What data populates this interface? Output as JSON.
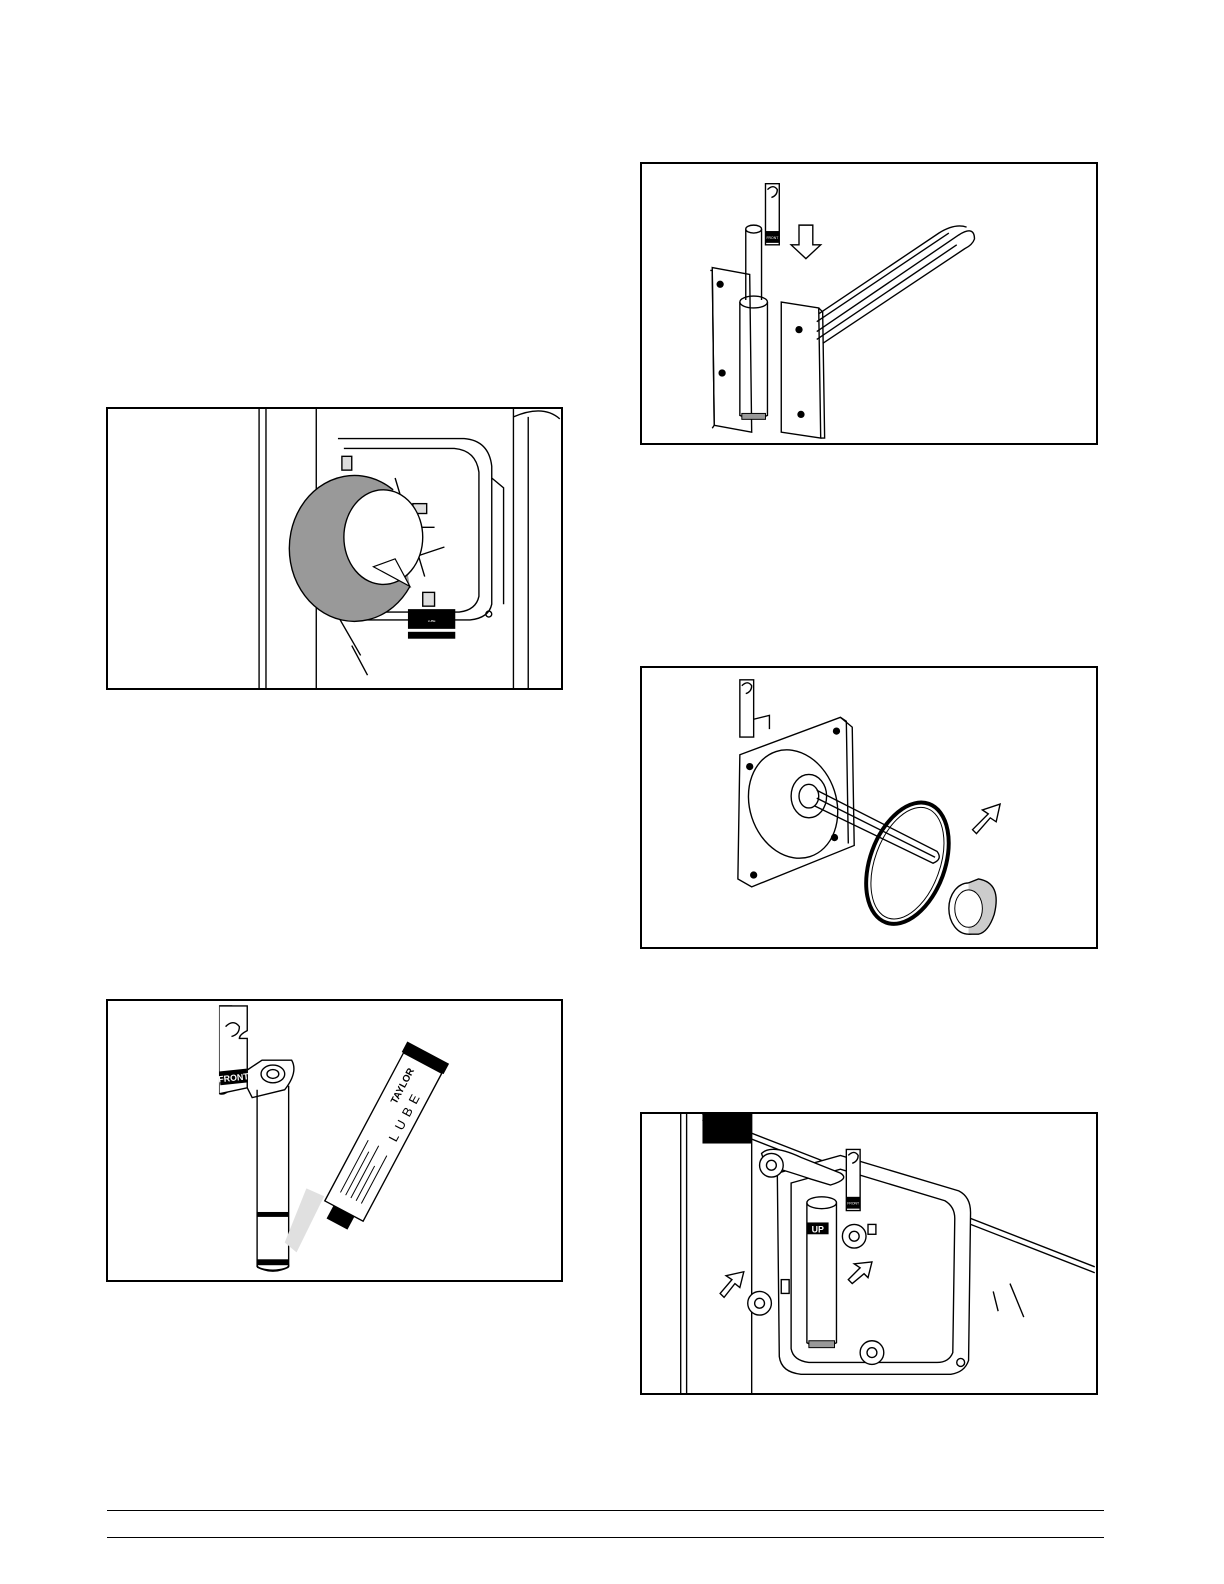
{
  "figures": {
    "fig1": {
      "label_tag": "LUBE"
    },
    "fig2": {
      "tag_label": "FRONT",
      "tube_brand": "TAYLOR",
      "tube_label": "LUBE"
    },
    "fig3": {
      "tag_label": "FRONT"
    },
    "fig5": {
      "tag_label": "FRONT",
      "up_label": "UP"
    }
  }
}
